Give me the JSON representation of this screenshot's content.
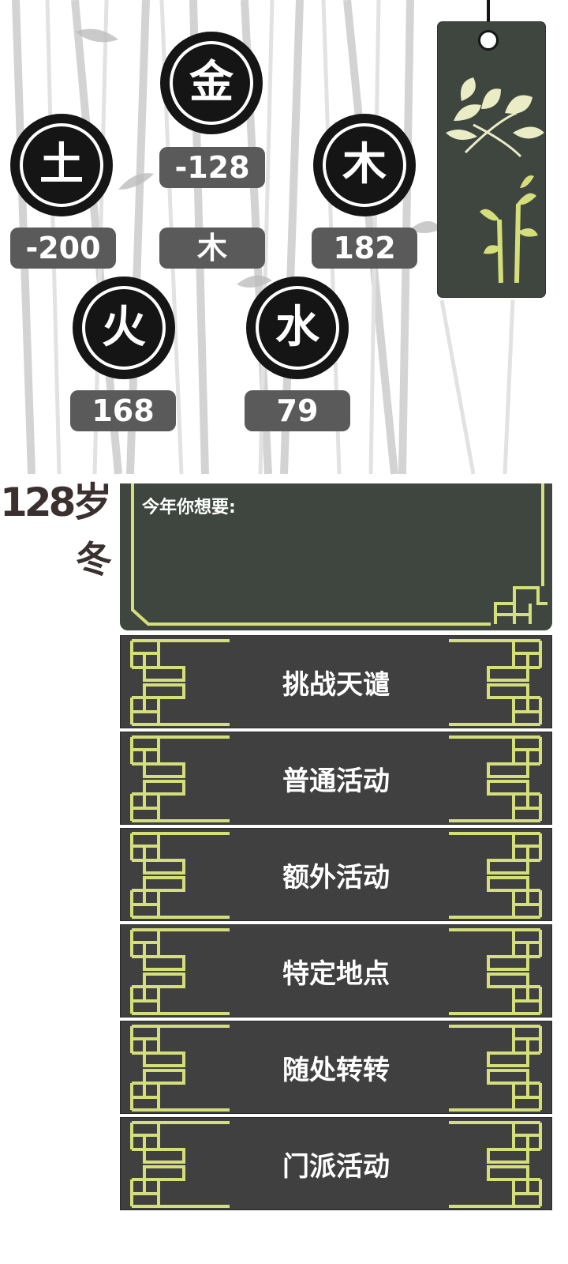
{
  "elements": [
    {
      "id": "metal",
      "glyph": "金",
      "value": "-128"
    },
    {
      "id": "earth",
      "glyph": "土",
      "value": "-200"
    },
    {
      "id": "wood",
      "glyph": "木",
      "value": "182"
    },
    {
      "id": "fire",
      "glyph": "火",
      "value": "168"
    },
    {
      "id": "water",
      "glyph": "水",
      "value": "79"
    }
  ],
  "center_value": "木",
  "side": {
    "age_text": "128岁",
    "season": "冬"
  },
  "wish_panel": {
    "title": "今年你想要:"
  },
  "menu": [
    {
      "label": "挑战天谴"
    },
    {
      "label": "普通活动"
    },
    {
      "label": "额外活动"
    },
    {
      "label": "特定地点"
    },
    {
      "label": "随处转转"
    },
    {
      "label": "门派活动"
    }
  ],
  "colors": {
    "panel": "#3f4640",
    "button": "#404040",
    "ornament": "#d5df7a",
    "badge": "#5a5a5a"
  }
}
